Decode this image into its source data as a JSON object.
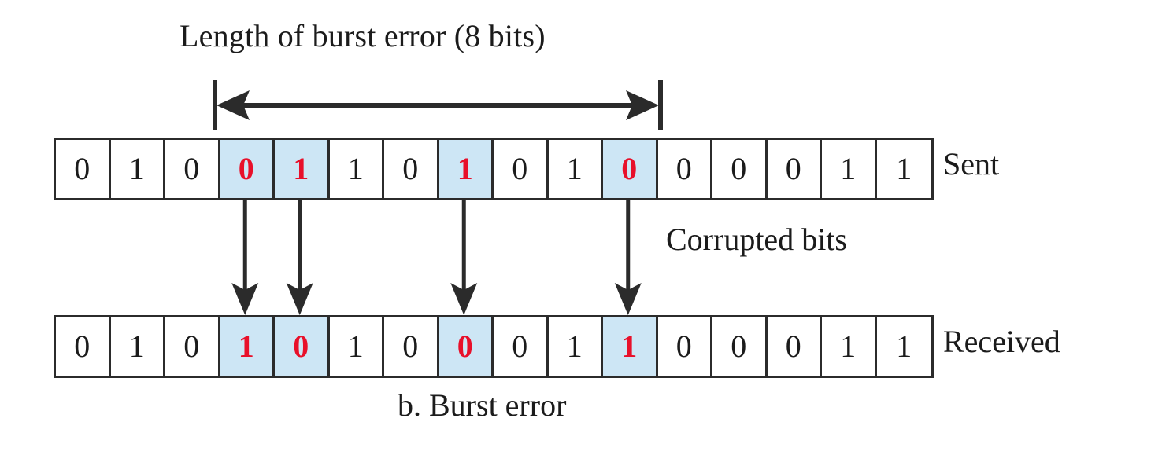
{
  "figure": {
    "title": "Length of burst error (8 bits)",
    "caption": "b. Burst error",
    "corrupted_note": "Corrupted bits",
    "burst_length_bits": 8,
    "colors": {
      "highlight": "#cde6f5",
      "error_digit": "#e8102a",
      "line": "#2b2b2b",
      "text": "#1b1b1b",
      "background": "#ffffff"
    }
  },
  "rows": [
    {
      "id": "sent",
      "label": "Sent",
      "bits": [
        "0",
        "1",
        "0",
        "0",
        "1",
        "1",
        "0",
        "1",
        "0",
        "1",
        "0",
        "0",
        "0",
        "0",
        "1",
        "1"
      ],
      "corrupt_indices": [
        3,
        4,
        7,
        10
      ]
    },
    {
      "id": "received",
      "label": "Received",
      "bits": [
        "0",
        "1",
        "0",
        "1",
        "0",
        "1",
        "0",
        "0",
        "0",
        "1",
        "1",
        "0",
        "0",
        "0",
        "1",
        "1"
      ],
      "corrupt_indices": [
        3,
        4,
        7,
        10
      ]
    }
  ],
  "burst_span": {
    "start_index": 3,
    "end_index": 10,
    "label": "Length of burst error (8 bits)"
  },
  "drop_arrows": {
    "bit_indices": [
      3,
      4,
      7,
      10
    ]
  }
}
